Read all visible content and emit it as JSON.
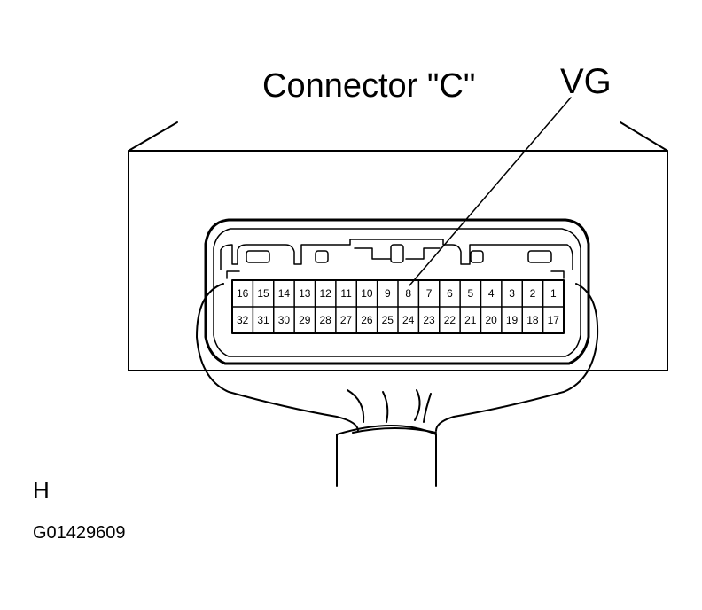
{
  "diagram": {
    "title": "Connector \"C\"",
    "callout_label": "VG",
    "callout_pin": "8",
    "side_mark": "H",
    "figure_id": "G01429609",
    "pins_top_row": [
      "16",
      "15",
      "14",
      "13",
      "12",
      "11",
      "10",
      "9",
      "8",
      "7",
      "6",
      "5",
      "4",
      "3",
      "2",
      "1"
    ],
    "pins_bottom_row": [
      "32",
      "31",
      "30",
      "29",
      "28",
      "27",
      "26",
      "25",
      "24",
      "23",
      "22",
      "21",
      "20",
      "19",
      "18",
      "17"
    ]
  }
}
